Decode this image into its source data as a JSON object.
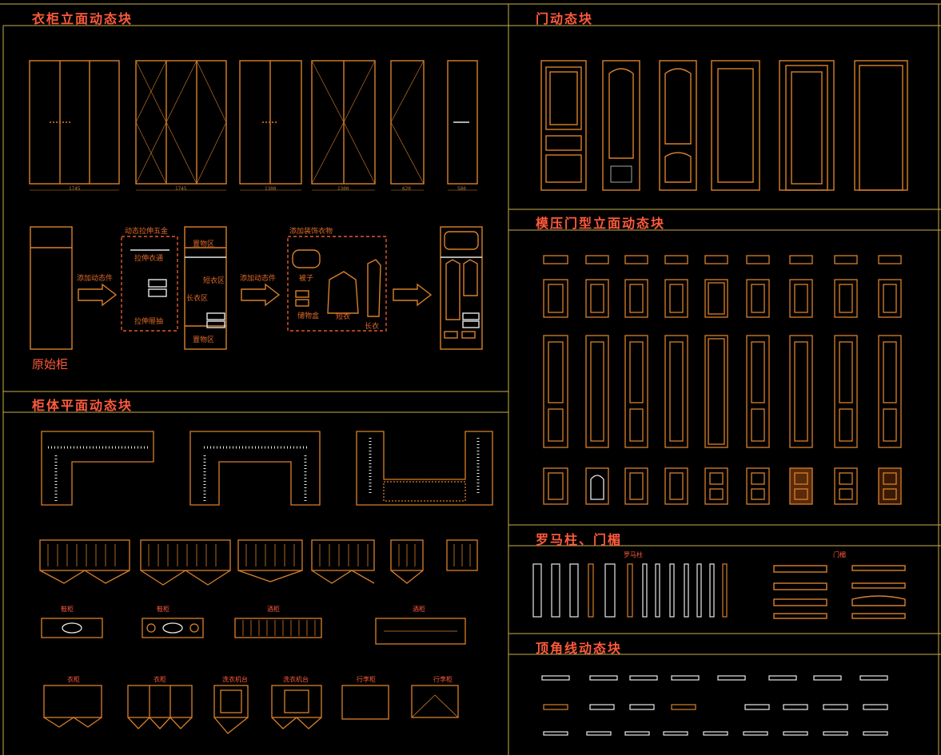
{
  "colors": {
    "background": "#000000",
    "frame": "#c8b04a",
    "orange": "#d9802a",
    "title": "#ff5a3c",
    "white": "#e8e8e8"
  },
  "sections": {
    "wardrobe_elevation": "衣柜立面动态块",
    "door": "门动态块",
    "molded_door": "模压门型立面动态块",
    "cabinet_plan": "柜体平面动态块",
    "roman_column": "罗马柱、门楣",
    "crown_molding": "顶角线动态块"
  },
  "wardrobe": {
    "dims": [
      "1745",
      "1745",
      "1300",
      "1300",
      "620",
      "580"
    ],
    "original_label": "原始柜",
    "add_component": "添加动态件",
    "add_decor": "添加装饰衣物",
    "hardware_title": "动态拉伸五金",
    "pull_rod": "拉伸衣通",
    "pull_drawer": "拉伸屉抽",
    "storage_top": "置物区",
    "short_zone": "短衣区",
    "long_zone": "长衣区",
    "storage_bottom": "置物区",
    "quilt": "被子",
    "storage_box": "储物盒",
    "short_coat": "短衣",
    "long_coat": "长衣"
  },
  "plan_labels": [
    "鞋柜",
    "鞋柜",
    "酒柜",
    "酒柜",
    "衣柜",
    "衣柜",
    "洗衣机台",
    "洗衣机台",
    "行李柜",
    "行李柜"
  ],
  "column_labels": {
    "roman": "罗马柱",
    "lintel": "门楣"
  }
}
